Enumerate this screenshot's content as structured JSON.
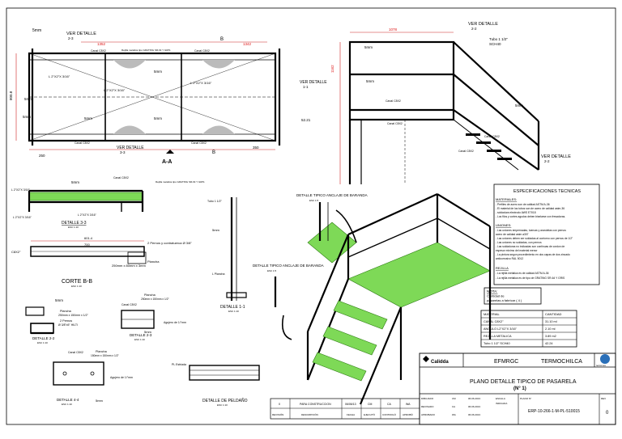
{
  "plan_view": {
    "callout_top_left": "5mm",
    "ver_detalle_top": "VER DETALLE",
    "ver_detalle_top_id": "2-3",
    "canal_top_1": "Canal C8X2",
    "rejilla_note": "Rejilla metalica tipo GRATING SR-64 Y GRIS",
    "canal_top_2": "Canal C8X2",
    "section_b_top": "B",
    "angle_left": "L 2\"X2\"X 3/16\"",
    "angle_mid_1": "L 2\"X2\"X 3/16\"",
    "angle_mid_2": "L 2\"X2\"X 3/16\"",
    "callout_right_1": "5mm",
    "callout_right_2": "5mm",
    "callout_left_mid": "5mm",
    "callout_bottom_left": "5mm",
    "callout_bottom_mid": "5mm",
    "canal_bottom_1": "Canal C8X2",
    "canal_bottom_2": "Canal C8X2",
    "ver_detalle_bottom": "VER DETALLE",
    "ver_detalle_bottom_id": "3-3",
    "ver_detalle_right": "VER DETALLE",
    "ver_detalle_right_id": "1-1",
    "section_b_bottom": "B",
    "section_aa": "A-A",
    "dim_left_height": "800.8",
    "dim_bottom_1": "250",
    "dim_bottom_2": "350",
    "dim_right_1": "52.21",
    "dim_red_1": "1352",
    "dim_red_2": "1342"
  },
  "elevation": {
    "ver_detalle_top": "VER DETALLE",
    "ver_detalle_top_id": "2-2",
    "tube_label": "Tubo 1 1/2\"",
    "tube_label_2": "SCH40",
    "callout_1": "5mm",
    "callout_2": "5mm",
    "callout_3": "5mm",
    "canal_1": "Canal C8X2",
    "canal_2": "Canal C8X2",
    "canal_3": "Canal C8X2",
    "canal_4": "Canal C8X2",
    "ver_detalle_bottom": "VER DETALLE",
    "ver_detalle_bottom_id": "2-2",
    "dim_a": "1162",
    "dim_b": "1078"
  },
  "details": {
    "detail_33_title": "DETALLE 3-3",
    "detail_33_scale": "ESC 1:10",
    "detail_33_callout": "5mm",
    "detail_33_canal": "Canal C8X2",
    "detail_33_rejilla": "Rejilla metalica tipo GRATING SR-64 Y GRIS",
    "detail_33_angle1": "L 2\"X2\"X 3/16\"",
    "detail_33_angle2": "L 2\"X2\"X 3/16\"",
    "detail_33_angle3": "L 2\"X2\"X 3/16\"",
    "corte_bb_title": "CORTE B-B",
    "corte_bb_scale": "ESC 1:10",
    "corte_bb_dim": "700",
    "corte_bb_dim2": "601.4",
    "corte_bb_bolts": "2 Pernos y contratuerca Ø 3/8\"",
    "corte_bb_plate": "Plancha",
    "corte_bb_plate_dim": "250mm x 80mm x 3mm",
    "corte_bb_left": "C8X2\"",
    "detail_11_title": "DETALLE 1-1",
    "detail_11_scale": "ESC 1:10",
    "detail_11_tube": "Tubo 1 1/2\"",
    "detail_11_callout": "5mm",
    "detail_11_plate": "L Plancha",
    "detail_tipico_1": "DETALLE TIPICO ANCLAJE DE BARANDA",
    "detail_tipico_1_scale": "ESC 1:5",
    "detail_tipico_2": "DETALLE TIPICO ANCLAJE DE BARANDA",
    "detail_tipico_2_scale": "ESC 1:5",
    "detail_22_title": "DETALLE 2-2",
    "detail_22_scale": "ESC 1:10",
    "detail_22_plate": "Plancha",
    "detail_22_plate_dim": "250mm x 150mm x 1/2\"",
    "detail_22_bolts": "2 Pernos",
    "detail_22_bolts_dim": "Ø 3/8\"x5\" HILTI",
    "detail_22_callout": "5mm",
    "detail_23_title": "DETALLE 2-3",
    "detail_23_scale": "ESC 1:10",
    "detail_23_canal": "Canal C8X2",
    "detail_23_plate": "Plancha",
    "detail_23_plate_dim": "250mm x 150mm x 1/2\"",
    "detail_23_hole": "Agujero de 1/\"mm",
    "detail_23_callout": "5mm",
    "detail_44_title": "DETALLE 4-4",
    "detail_44_scale": "ESC 1:10",
    "detail_44_canal": "Canal C8X2",
    "detail_44_plate": "Plancha",
    "detail_44_plate_dim": "150mm x 150mm x 1/2\"",
    "detail_44_hole": "Agujero de 1/\"mm",
    "detail_44_callout": "5mm",
    "detail_step_title": "DETALLE DE PELDAÑO",
    "detail_step_scale": "ESC 1:10",
    "detail_step_label": "PL Estriada"
  },
  "specs": {
    "title": "ESPECIFICACIONES TECNICAS",
    "materiales_head": "MATERIALES:",
    "materiales_lines": [
      "- Perfiles de acero son de calidad ASTM A-36",
      "- El material de los tubos son de acero de calidad astm-36",
      "- soldadura electrodo AWS E7018",
      "- Los filos y cortes agudos deben biselarse con fresadoras."
    ],
    "uniones_head": "UNIONES:",
    "uniones_lines": [
      "- Las uniones empernadas, tuercas y arandelas con pernos",
      "  acero de calidad astm a307",
      "- Las uniones deben ser soldadas al contorno con pernos de 1/2\"",
      "- Las uniones no soldadas, con pernos",
      "- Las soldaduras no indicadas son continuas de cordon de",
      "  espesor minimo del material menor",
      "- La pintura segun procedimiento en dos capas de dos zincado",
      "  anticorrosivo RAL 5012"
    ],
    "rejilla_head": "REJILLA",
    "rejilla_lines": [
      "- La rejilla metalica es de calidad ASTM A-36",
      "- La rejilla metalica es de tipo de GRATING SR-64 Y GRIS"
    ]
  },
  "nota": {
    "head": "NOTA:",
    "line1": "Cantidad de",
    "line2": "pasarelas a fabricar ( 4 )"
  },
  "materials_table": {
    "headers": [
      "MATERIAL",
      "CANTIDAD"
    ],
    "rows": [
      [
        "CANAL C8X2\"",
        "31.10 ml"
      ],
      [
        "ANGULO L2\"X2\"X 3/16\"",
        "2.10 ml"
      ],
      [
        "REJILLA METALICA",
        "3.89 m2"
      ],
      [
        "Tubo 1 1/2\" SCH40",
        "42.24"
      ]
    ]
  },
  "title_block": {
    "logo_text": "Calidda",
    "company_1": "EFMRGC",
    "company_2": "TERMOCHILCA",
    "right_logo": "tecconex",
    "plan_title": "PLANO DETALLE TIPICO   DE   PASARELA",
    "plan_subtitle": "(N° 1)",
    "drawing_no": "ERP-10-266-1-M-PL-510015",
    "revision": "0",
    "rev_row": [
      "0",
      "PARA CONSTRUCCION",
      "06/06/13",
      "CM",
      "CA",
      "WA"
    ],
    "rev_headers": [
      "REVISIÓN",
      "DESCRIPCIÓN",
      "FECHA",
      "EJECUTÓ",
      "CONTROLÓ",
      "APROBÓ"
    ],
    "small_labels": [
      "DIBUJADO",
      "REVISADO",
      "APROBADO"
    ],
    "small_values": [
      "CM",
      "CA",
      "WA"
    ],
    "small_dates": [
      "06.06.2013",
      "06.06.2013",
      "06.06.2013"
    ],
    "scale_label": "ESCALA",
    "scale_value": "INDICADA",
    "sheet_label": "PLANO N°",
    "rev_label": "REV"
  }
}
